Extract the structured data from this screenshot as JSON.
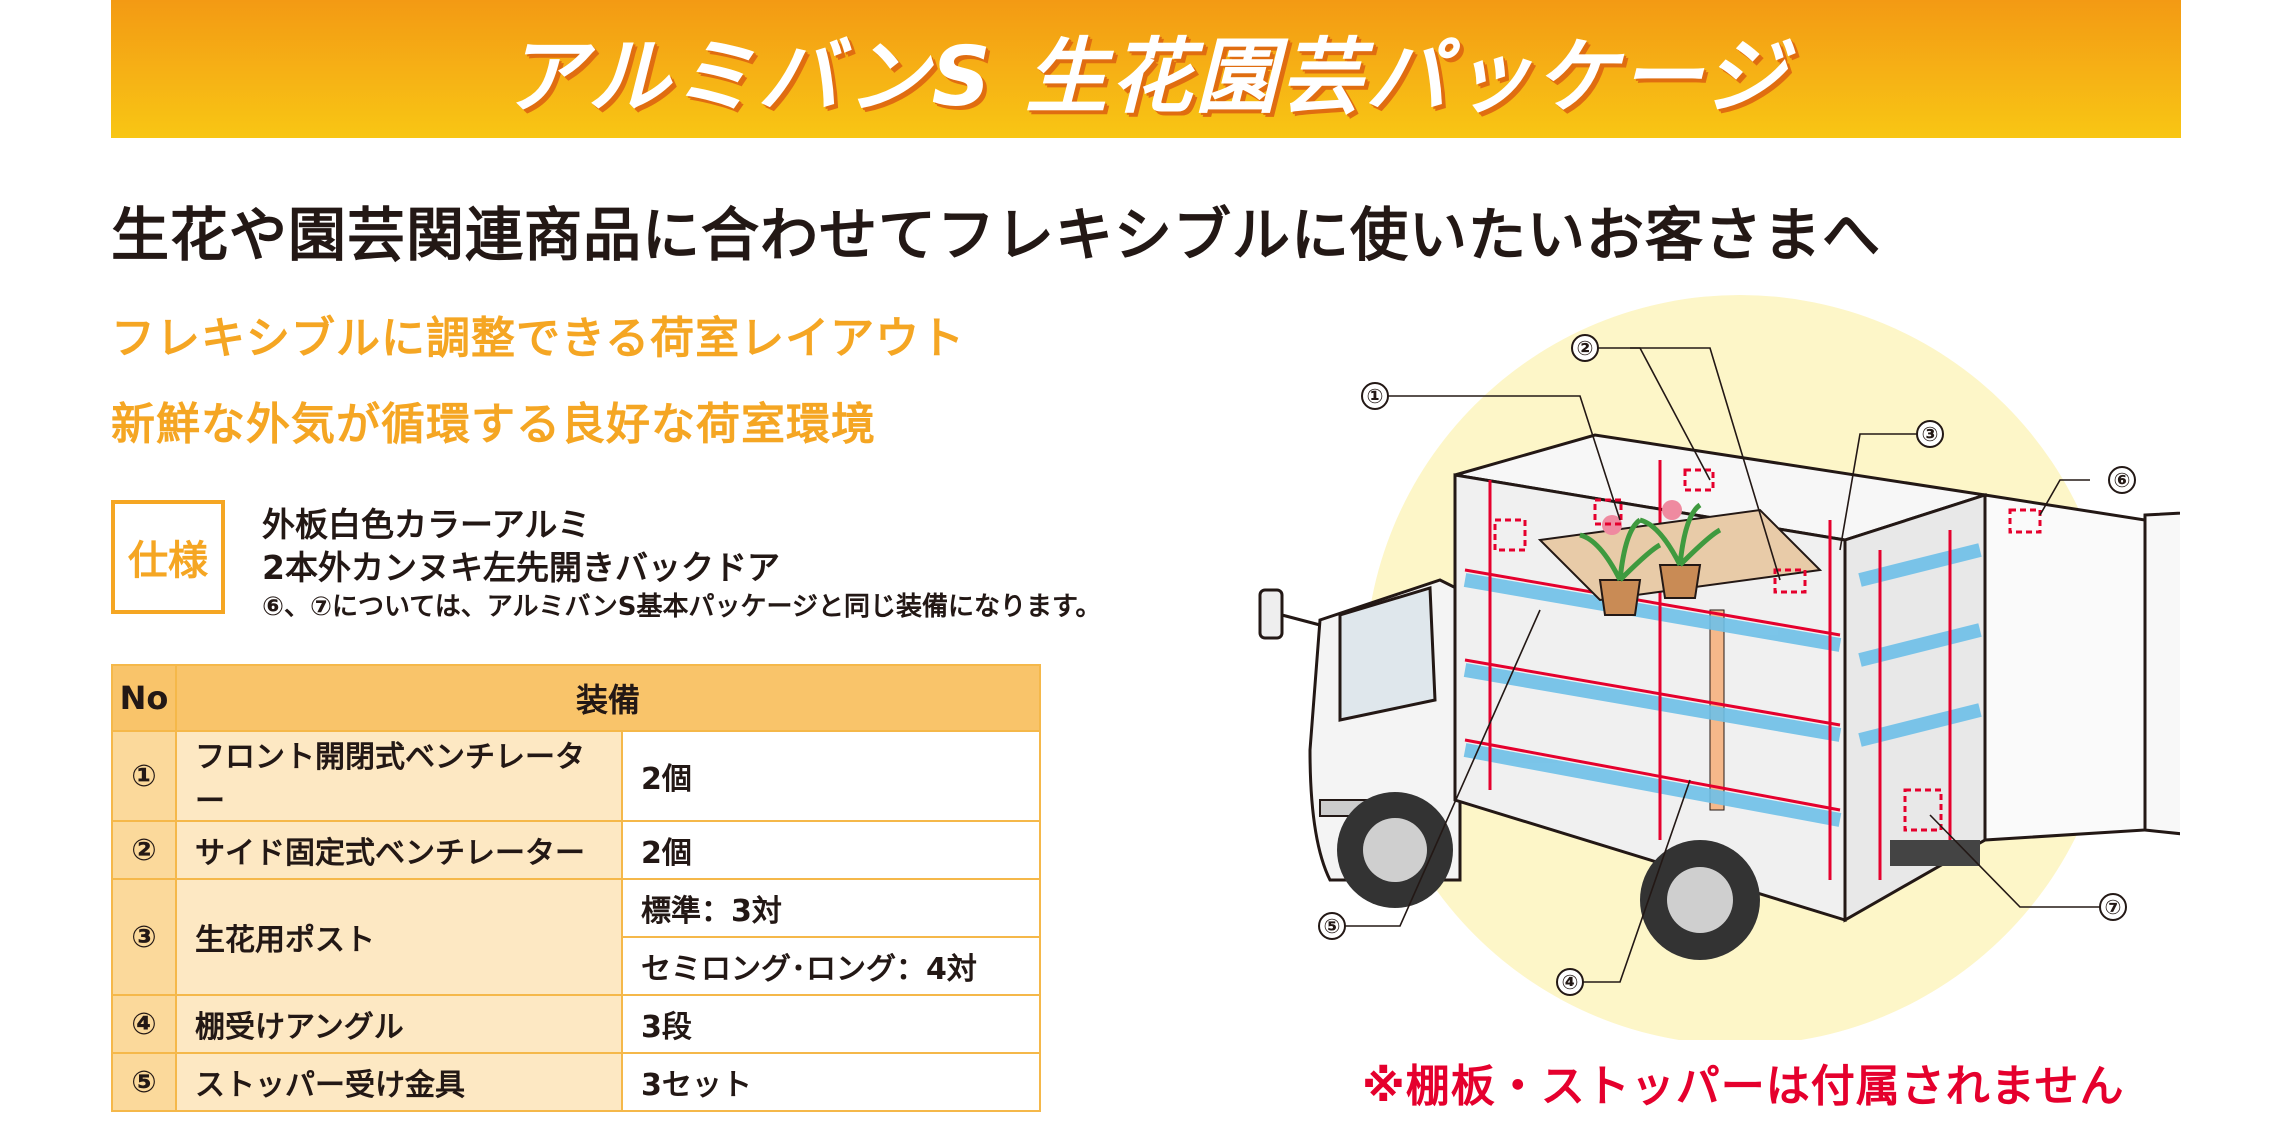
{
  "banner": {
    "title": "アルミバンS 生花園芸パッケージ"
  },
  "headline": "生花や園芸関連商品に合わせてフレキシブルに使いたいお客さまへ",
  "features": [
    "フレキシブルに調整できる荷室レイアウト",
    "新鮮な外気が循環する良好な荷室環境"
  ],
  "spec": {
    "label": "仕様",
    "lines": [
      "外板白色カラーアルミ",
      "2本外カンヌキ左先開きバックドア",
      "⑥、⑦については、アルミバンS基本パッケージと同じ装備になります。"
    ]
  },
  "table": {
    "headers": {
      "no": "No",
      "equipment": "装備"
    },
    "rows": [
      {
        "no": "①",
        "name": "フロント開閉式ベンチレーター",
        "values": [
          "2個"
        ]
      },
      {
        "no": "②",
        "name": "サイド固定式ベンチレーター",
        "values": [
          "2個"
        ]
      },
      {
        "no": "③",
        "name": "生花用ポスト",
        "values": [
          "標準：3対",
          "セミロング･ロング：4対"
        ]
      },
      {
        "no": "④",
        "name": "棚受けアングル",
        "values": [
          "3段"
        ]
      },
      {
        "no": "⑤",
        "name": "ストッパー受け金具",
        "values": [
          "3セット"
        ]
      }
    ]
  },
  "illustration": {
    "markers": [
      "①",
      "②",
      "③",
      "④",
      "⑤",
      "⑥",
      "⑦"
    ]
  },
  "note": "※棚板・ストッパーは付属されません",
  "colors": {
    "banner": "#f5a623",
    "accent": "#f5a623",
    "note": "#e5002d",
    "table_header": "#f9c46a",
    "table_name_cell": "#fde8c3",
    "illustration_bg": "#fdf6c8"
  }
}
